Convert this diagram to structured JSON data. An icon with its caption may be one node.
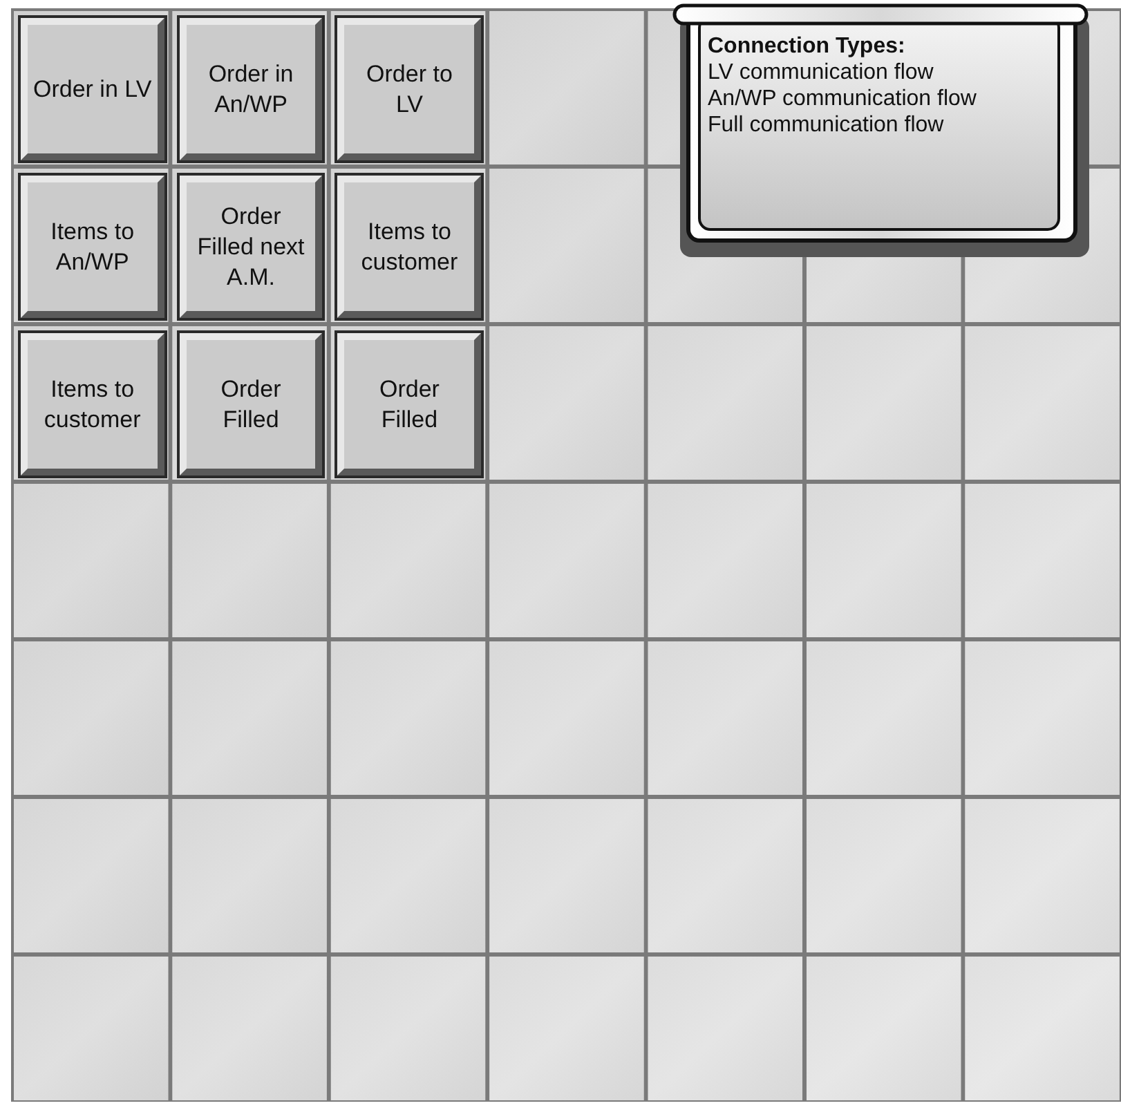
{
  "diagram": {
    "nodes": [
      {
        "text": [
          "Order in LV"
        ]
      },
      {
        "text": [
          "Order in An/WP"
        ]
      },
      {
        "text": [
          "Order to LV"
        ]
      },
      {
        "text": [
          "Items to An/WP"
        ]
      },
      {
        "text": [
          "Order Filled next A.M."
        ]
      },
      {
        "text": [
          "Items to customer"
        ]
      },
      {
        "text": [
          "Items to customer"
        ]
      },
      {
        "text": [
          "Order Filled"
        ]
      },
      {
        "text": [
          "Order Filled"
        ]
      },
      {
        "text": [
          "Connection Types:",
          "LV communication flow",
          "An/WP communication flow",
          "Full communication flow"
        ]
      }
    ]
  }
}
